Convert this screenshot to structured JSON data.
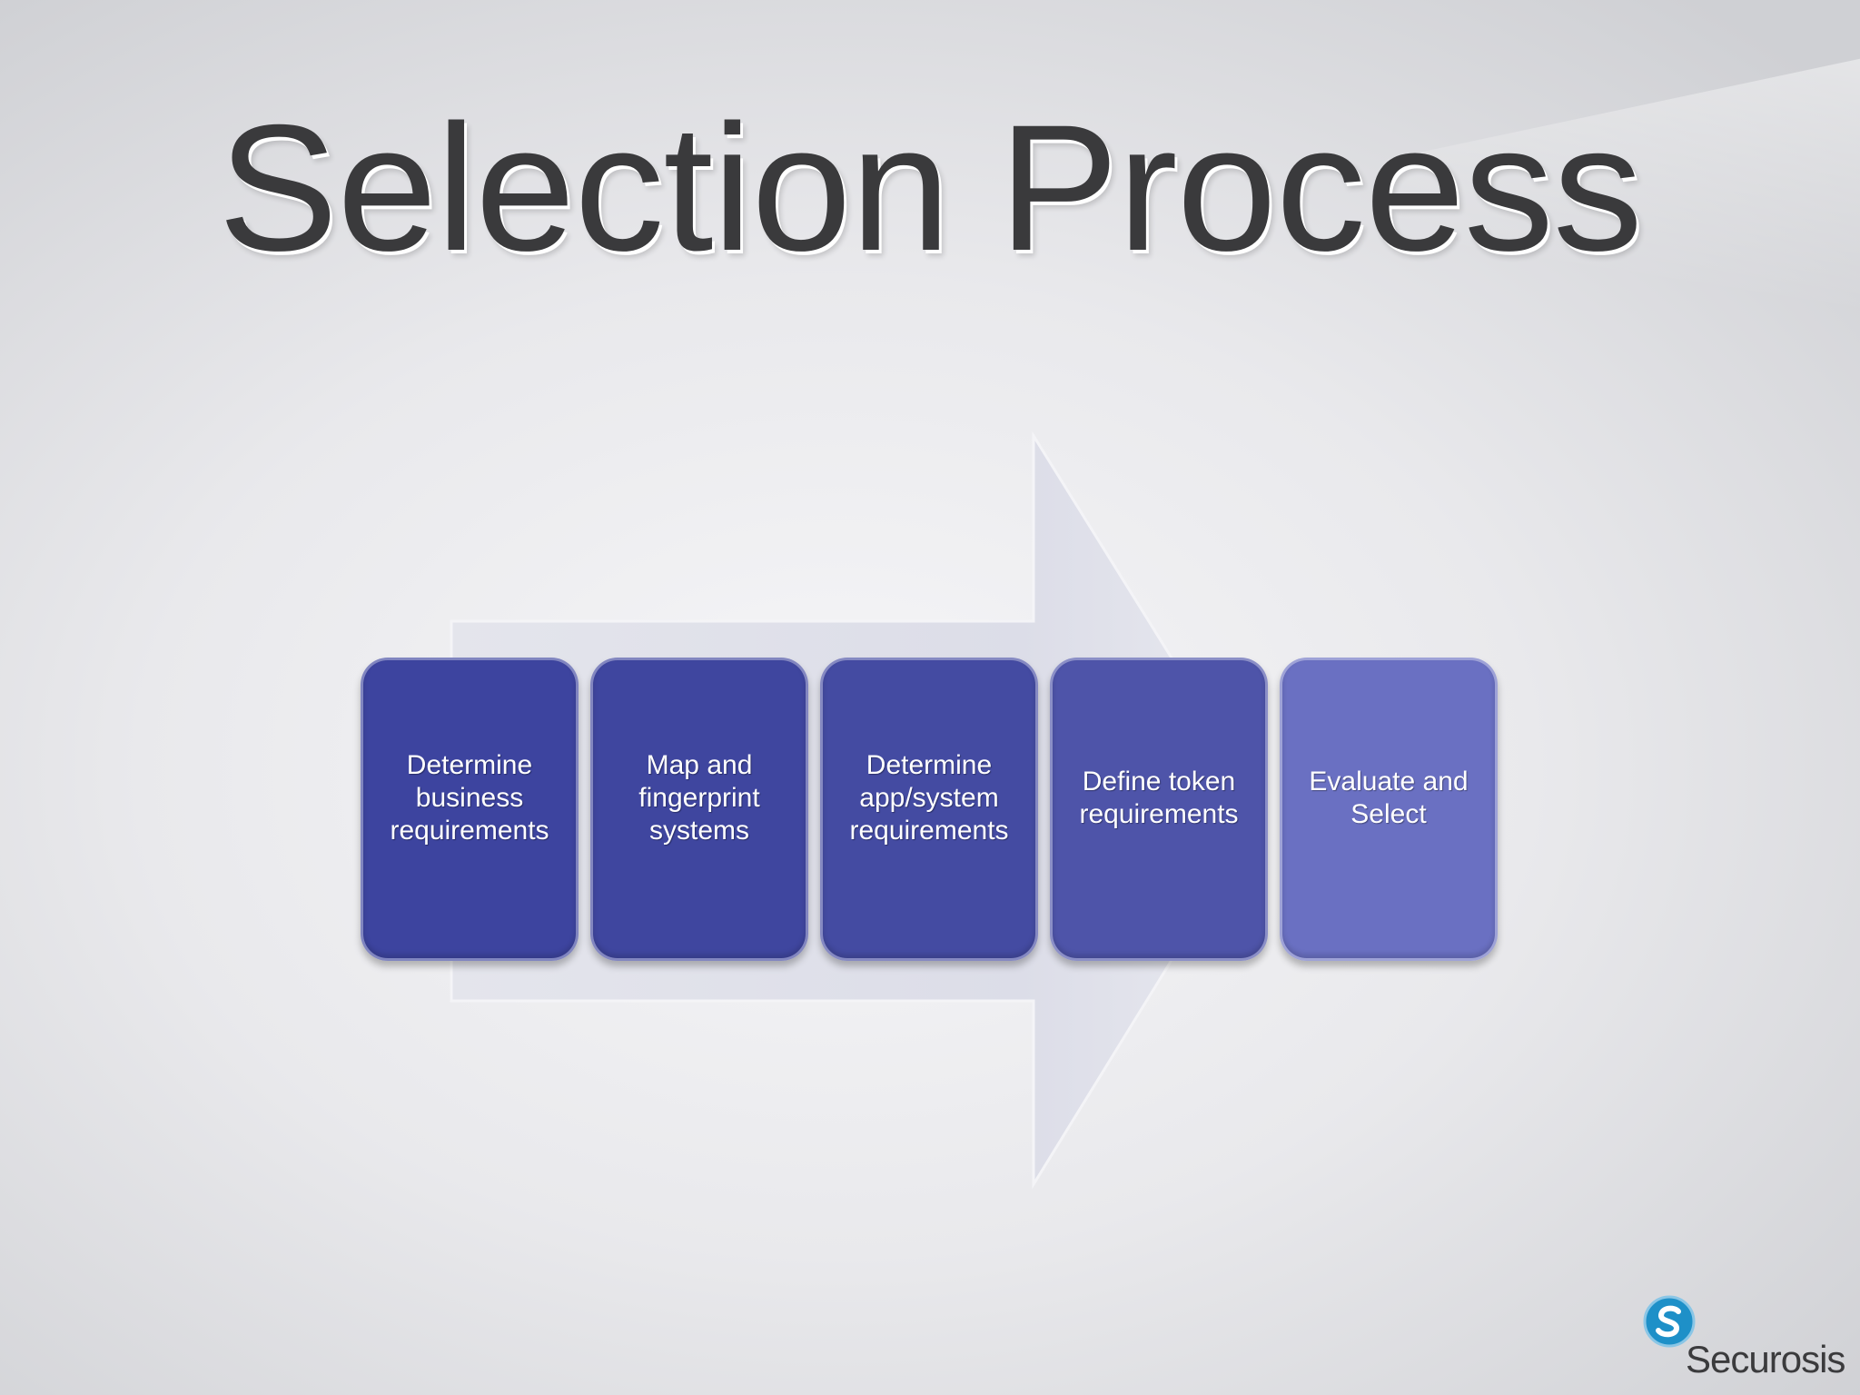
{
  "slide": {
    "title": "Selection Process"
  },
  "steps": [
    {
      "label": "Determine business requirements",
      "color": "#3d449f"
    },
    {
      "label": "Map and fingerprint systems",
      "color": "#3f469f"
    },
    {
      "label": "Determine app/system requirements",
      "color": "#444ba2"
    },
    {
      "label": "Define token requirements",
      "color": "#4e54a9"
    },
    {
      "label": "Evaluate and Select",
      "color": "#6a70c2"
    }
  ],
  "logo": {
    "name": "Securosis",
    "accent": "#1e90c8"
  },
  "colors": {
    "arrow": "#dfe0e9",
    "title": "#3a3a3c"
  }
}
